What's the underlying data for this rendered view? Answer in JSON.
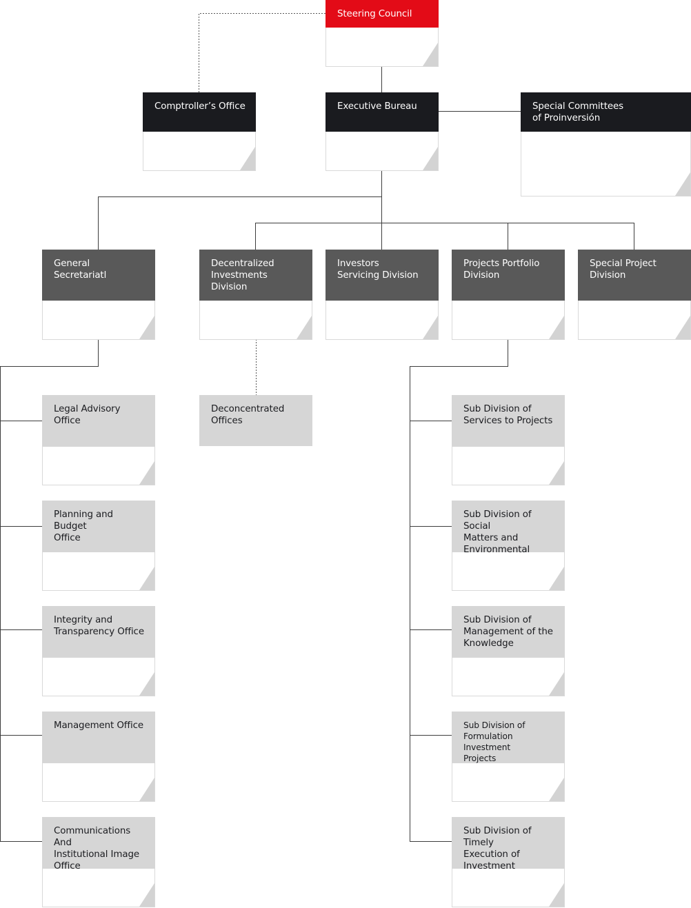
{
  "colors": {
    "red": "#e30b17",
    "black": "#1a1b1f",
    "dark_gray": "#595959",
    "light_gray": "#d6d6d6",
    "line": "#3c3c3c"
  },
  "org": {
    "steering_council": "Steering Council",
    "comptroller": "Comptroller’s Office",
    "executive_bureau": "Executive Bureau",
    "special_committees": "Special Committees\n of Proinversión",
    "general_secretariat": "General\nSecretariatl",
    "decentralized_investments": "Decentralized\nInvestments Division",
    "investors_servicing": "Investors\nServicing Division",
    "projects_portfolio": "Projects Portfolio\nDivision",
    "special_project": "Special Project\nDivision",
    "legal_advisory": "Legal Advisory\nOffice",
    "planning_budget": "Planning and Budget\nOffice",
    "integrity_transparency": "Integrity and\nTransparency Office",
    "management_office": "Management Office",
    "communications": "Communications And\nInstitutional Image\nOffice",
    "deconcentrated": "Deconcentrated\nOffices",
    "sub_services": "Sub Division of\nServices to Projects",
    "sub_social": "Sub Division of Social\nMatters and\nEnvironmental",
    "sub_knowledge": "Sub Division of\nManagement of the\nKnowledge",
    "sub_formulation": "Sub Division of\nFormulation Investment\nProjects",
    "sub_timely": "Sub Division of Timely\nExecution of\nInvestment"
  }
}
